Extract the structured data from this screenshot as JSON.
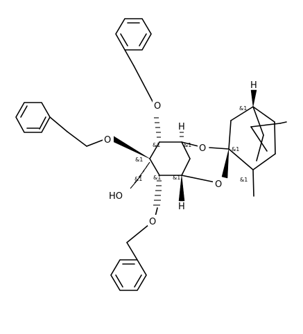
{
  "atom_labels": {
    "o_benzyloxy_top": "O",
    "o_benzyloxy_left": "O",
    "o_benzyloxy_bottom": "O",
    "o_dioxolane_top": "O",
    "o_dioxolane_bottom": "O",
    "hydroxyl": "HO",
    "h_c1": "H",
    "h_c6": "H",
    "h_bridgehead": "H",
    "methyl_upper": "",
    "methyl_lower": ""
  },
  "stereo_label": "&1"
}
